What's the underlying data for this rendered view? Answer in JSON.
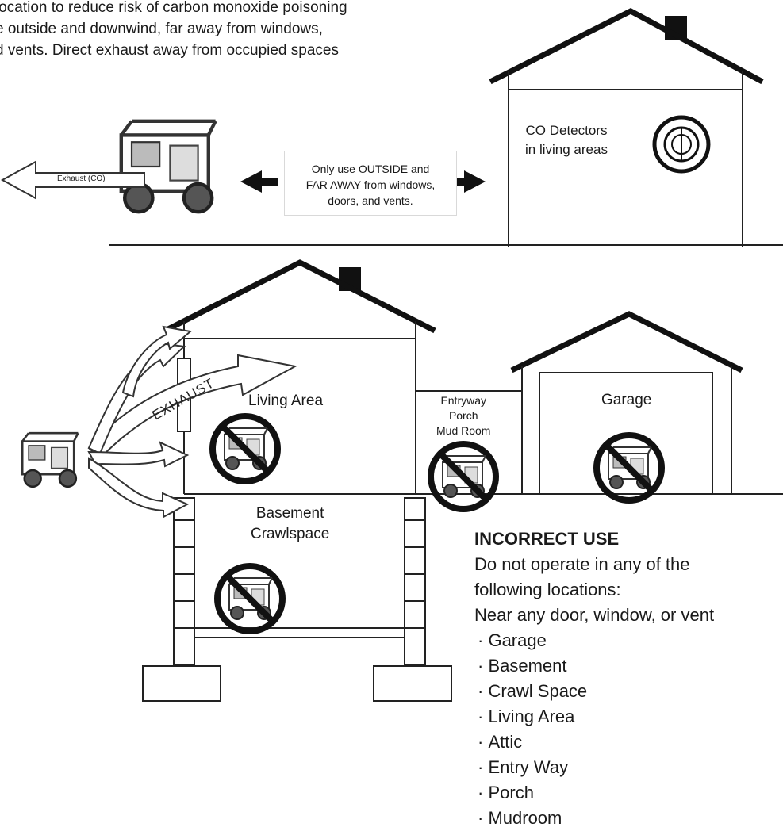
{
  "intro_lines": [
    "location to reduce risk of carbon monoxide poisoning",
    "e outside and downwind, far away from windows,",
    "d vents. Direct exhaust away from occupied spaces"
  ],
  "exhaust_label": "Exhaust (CO)",
  "callout_lines": [
    "Only use OUTSIDE and",
    "FAR AWAY from windows,",
    "doors, and vents."
  ],
  "co_detector_lines": [
    "CO Detectors",
    "in living areas"
  ],
  "exhaust_word": "EXHAUST",
  "rooms": {
    "living_area": "Living Area",
    "entryway_lines": [
      "Entryway",
      "Porch",
      "Mud Room"
    ],
    "garage": "Garage",
    "basement_lines": [
      "Basement",
      "Crawlspace"
    ]
  },
  "incorrect": {
    "heading": "INCORRECT USE",
    "lines": [
      "Do not operate in any of the",
      "following locations:",
      "Near any door, window, or vent"
    ],
    "items": [
      "Garage",
      "Basement",
      "Crawl Space",
      "Living Area",
      "Attic",
      "Entry Way",
      "Porch",
      "Mudroom"
    ]
  }
}
